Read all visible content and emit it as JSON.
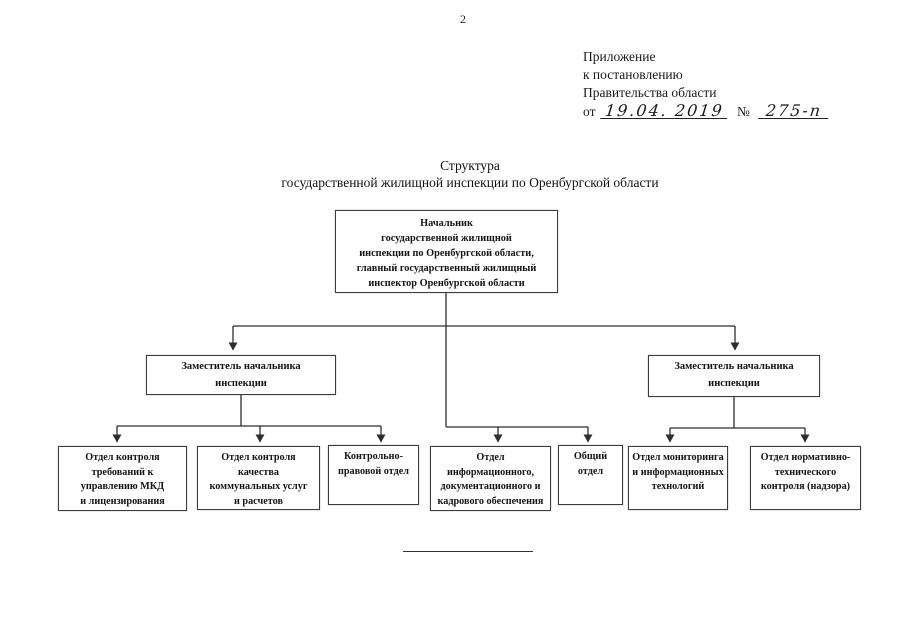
{
  "page_number": "2",
  "annex": {
    "lines": [
      "Приложение",
      "к постановлению",
      "Правительства области"
    ],
    "from_label": "от",
    "date": "19.04. 2019",
    "no_label": "№",
    "number": "275-п"
  },
  "title": {
    "line1": "Структура",
    "line2": "государственной жилищной инспекции по Оренбургской области"
  },
  "org": {
    "root": "Начальник\nгосударственной жилищной\nинспекции по Оренбургской области,\nглавный государственный жилищный\nинспектор Оренбургской области",
    "deputy_left": "Заместитель начальника\nинспекции",
    "deputy_right": "Заместитель начальника\nинспекции",
    "departments": [
      "Отдел контроля\nтребований к\nуправлению МКД\nи лицензирования",
      "Отдел контроля\nкачества\nкоммунальных услуг\nи расчетов",
      "Контрольно-\nправовой отдел",
      "Отдел\nинформационного,\nдокументационного и\nкадрового обеспечения",
      "Общий\nотдел",
      "Отдел мониторинга\nи информационных\nтехнологий",
      "Отдел нормативно-\nтехнического\nконтроля (надзора)"
    ]
  },
  "colors": {
    "ink": "#1a1a1a",
    "line": "#2e2e2e",
    "box_border": "#3d3d3d"
  }
}
